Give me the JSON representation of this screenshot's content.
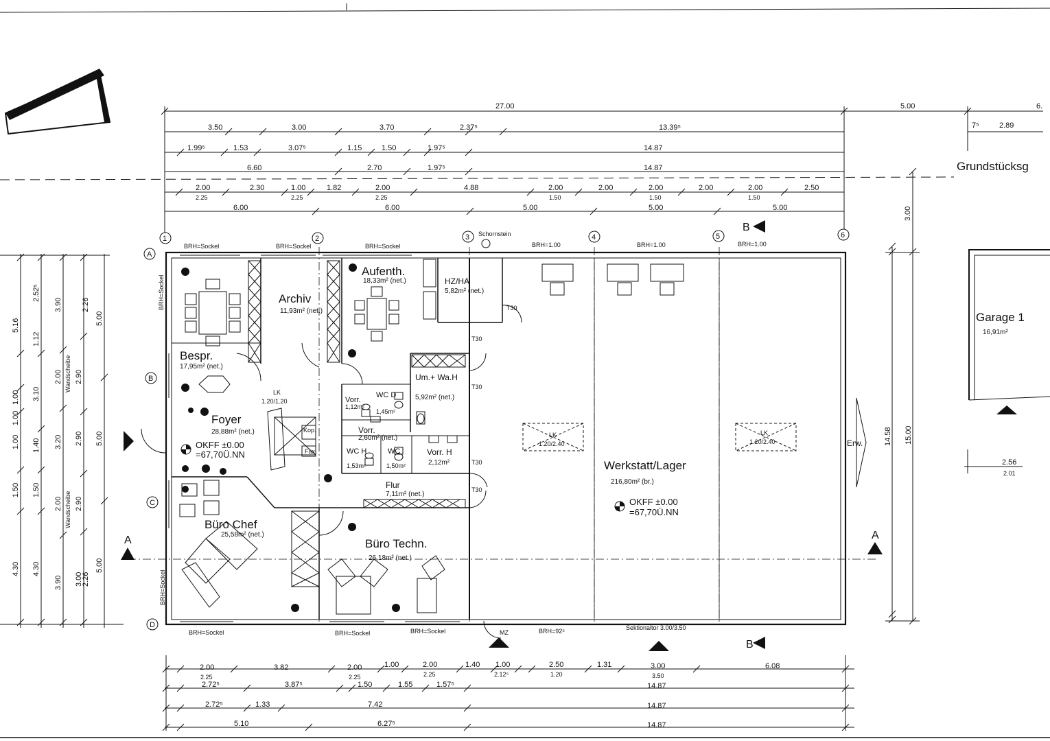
{
  "grid": {
    "columns": [
      "1",
      "2",
      "3",
      "4",
      "5",
      "6"
    ],
    "rows": [
      "A",
      "B",
      "C",
      "D"
    ]
  },
  "labels": {
    "grundstueck": "Grundstücksg",
    "schornstein": "Schornstein",
    "erw": "Erw.",
    "sektionaltor": "Sektionaltor 3.00/3.50",
    "mz": "MZ",
    "brh_sockel": "BRH=Sockel",
    "brh_100": "BRH=1.00",
    "brh_92": "BRH=92⁵",
    "wandscheibe": "Wandscheibe",
    "section_a": "A",
    "section_b": "B",
    "t30": "T30",
    "kop": "Kop.",
    "fax": "Fax"
  },
  "rooms": {
    "archiv": {
      "name": "Archiv",
      "area": "11,93m² (net.)"
    },
    "aufenth": {
      "name": "Aufenth.",
      "area": "18,33m² (net.)"
    },
    "hzha": {
      "name": "HZ/HA",
      "area": "5,82m² (net.)"
    },
    "bespr": {
      "name": "Bespr.",
      "area": "17,95m² (net.)"
    },
    "foyer": {
      "name": "Foyer",
      "area": "28,88m² (net.)"
    },
    "umwah": {
      "name": "Um.+ Wa.H",
      "area": "5,92m² (net.)"
    },
    "vorr1": {
      "name": "Vorr.",
      "area": "1,12m²"
    },
    "wc1": {
      "name": "WC D",
      "area": "1,45m²"
    },
    "vorr2": {
      "name": "Vorr.",
      "area": "2,60m² (net.)"
    },
    "wc2": {
      "name": "WC H",
      "area": "1,53m²"
    },
    "wc3": {
      "name": "WC",
      "area": "1,50m²"
    },
    "vorrh": {
      "name": "Vorr. H",
      "area": "2,12m²"
    },
    "flur": {
      "name": "Flur",
      "area": "7,11m² (net.)"
    },
    "buerochef": {
      "name": "Büro Chef",
      "area": "25,58m² (net.)"
    },
    "buerotechn": {
      "name": "Büro Techn.",
      "area": "26,18m² (net.)"
    },
    "werkstatt": {
      "name": "Werkstatt/Lager",
      "area": "216,80m² (br.)"
    },
    "garage": {
      "name": "Garage 1",
      "area": "16,91m²"
    }
  },
  "levels": {
    "okff": "OKFF ±0.00",
    "nn": "=67,70Ü.NN",
    "lk1": "LK",
    "lk1_size": "1.20/1.20",
    "lk2": "LK",
    "lk2_size": "1.20/2.40",
    "lk3": "LK",
    "lk3_size": "1.20/2.40"
  },
  "dims_top": {
    "total": "27.00",
    "right_total": "5.00",
    "right_total_b": "6.",
    "r1": [
      "3.50",
      "3.00",
      "3.70",
      "2.37⁵",
      "13.39⁵"
    ],
    "r2": [
      "1.99⁵",
      "1.53",
      "3.07⁵",
      "1.15",
      "1.50",
      "1.97⁵",
      "14.87"
    ],
    "r3": [
      "6.60",
      "2.70",
      "1.97⁵",
      "14.87"
    ],
    "r4": [
      "2.00",
      "2.30",
      "1.00",
      "1.82",
      "2.00",
      "4.88",
      "2.00",
      "2.00",
      "2.00",
      "2.00",
      "2.00",
      "2.50"
    ],
    "r4b": [
      "2.25",
      "2.25",
      "2.25",
      "1.50",
      "1.50",
      "1.50"
    ],
    "r5": [
      "6.00",
      "6.00",
      "5.00",
      "5.00",
      "5.00"
    ],
    "garage": [
      "7⁵",
      "2.89"
    ]
  },
  "dims_bottom": {
    "r1": [
      "2.00",
      "3.82",
      "2.00",
      "1.00",
      "2.00",
      "1.40",
      "1.00",
      "2.50",
      "1.31",
      "3.00",
      "6.08"
    ],
    "r1b": [
      "2.25",
      "2.25",
      "2.25",
      "2.12⁵",
      "1.20",
      "3.50"
    ],
    "r2": [
      "2.72⁵",
      "3.87⁵",
      "1.50",
      "1.55",
      "1.57⁵",
      "14.87"
    ],
    "r3": [
      "2.72⁵",
      "1.33",
      "7.42",
      "14.87"
    ],
    "r4": [
      "5.10",
      "6.27⁵",
      "14.87"
    ],
    "garage": [
      "2.56",
      "2.01"
    ]
  },
  "dims_left": {
    "a": [
      "5.16",
      "2.52⁵",
      "1.12",
      "1.00",
      "1.00",
      "1.00",
      "1.40",
      "1.50",
      "4.30"
    ],
    "b": [
      "3.90",
      "3.10",
      "3.20",
      "1.50",
      "4.30",
      "3.90"
    ],
    "c": [
      "2.26",
      "2.00",
      "2.00",
      "2.90",
      "2.90",
      "2.90",
      "3.00",
      "2.26"
    ],
    "d": [
      "5.00",
      "5.00",
      "5.00"
    ]
  },
  "dims_right": [
    "3.00",
    "14.58",
    "15.00"
  ]
}
